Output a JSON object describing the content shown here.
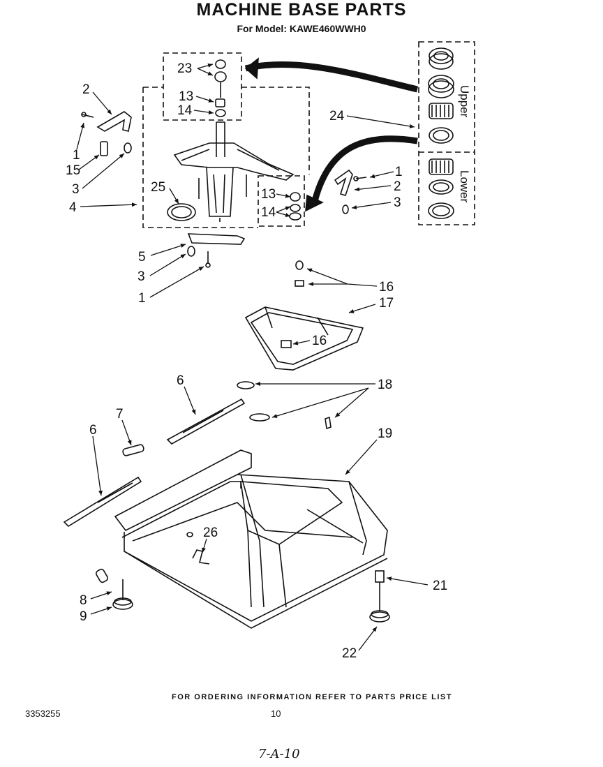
{
  "header": {
    "title": "MACHINE BASE PARTS",
    "subtitle": "For Model: KAWE460WWH0"
  },
  "inset": {
    "upper_label": "Upper",
    "lower_label": "Lower"
  },
  "callouts": [
    {
      "id": "c23",
      "text": "23"
    },
    {
      "id": "c13a",
      "text": "13"
    },
    {
      "id": "c14a",
      "text": "14"
    },
    {
      "id": "c2a",
      "text": "2"
    },
    {
      "id": "c1a",
      "text": "1"
    },
    {
      "id": "c15",
      "text": "15"
    },
    {
      "id": "c3a",
      "text": "3"
    },
    {
      "id": "c25",
      "text": "25"
    },
    {
      "id": "c4",
      "text": "4"
    },
    {
      "id": "c24",
      "text": "24"
    },
    {
      "id": "c1b",
      "text": "1"
    },
    {
      "id": "c2b",
      "text": "2"
    },
    {
      "id": "c3b",
      "text": "3"
    },
    {
      "id": "c13b",
      "text": "13"
    },
    {
      "id": "c14b",
      "text": "14"
    },
    {
      "id": "c5",
      "text": "5"
    },
    {
      "id": "c3c",
      "text": "3"
    },
    {
      "id": "c1c",
      "text": "1"
    },
    {
      "id": "c16a",
      "text": "16"
    },
    {
      "id": "c17",
      "text": "17"
    },
    {
      "id": "c16b",
      "text": "16"
    },
    {
      "id": "c6a",
      "text": "6"
    },
    {
      "id": "c18",
      "text": "18"
    },
    {
      "id": "c7",
      "text": "7"
    },
    {
      "id": "c6b",
      "text": "6"
    },
    {
      "id": "c19",
      "text": "19"
    },
    {
      "id": "c26",
      "text": "26"
    },
    {
      "id": "c21",
      "text": "21"
    },
    {
      "id": "c8",
      "text": "8"
    },
    {
      "id": "c9",
      "text": "9"
    },
    {
      "id": "c22",
      "text": "22"
    }
  ],
  "footer": {
    "ordering_note": "FOR ORDERING INFORMATION REFER TO PARTS PRICE LIST",
    "doc_number": "3353255",
    "page_number": "10",
    "hand_note": "7-A-10"
  }
}
